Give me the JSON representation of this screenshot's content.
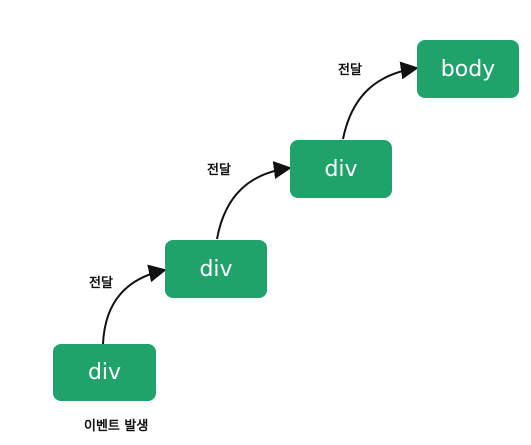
{
  "diagram": {
    "nodes": [
      {
        "id": "div1",
        "label": "div"
      },
      {
        "id": "div2",
        "label": "div"
      },
      {
        "id": "div3",
        "label": "div"
      },
      {
        "id": "body",
        "label": "body"
      }
    ],
    "edge_label": "전달",
    "event_label": "이벤트 발생",
    "colors": {
      "node": "#1fa36b",
      "node_text": "#ffffff",
      "arrow": "#111111"
    }
  }
}
